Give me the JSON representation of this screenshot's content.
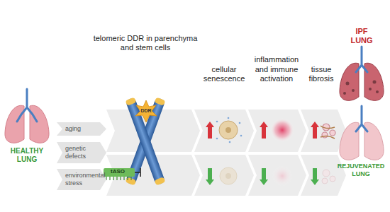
{
  "diagram": {
    "nodes": [
      {
        "text": [
          "aging"
        ]
      },
      {
        "text": [
          "genetic defects"
        ]
      },
      {
        "text": [
          "environmental stress"
        ]
      }
    ],
    "labels": [
      "HEALTHY LUNG",
      "telomeric DDR in parenchyma and stem cells",
      "DDR",
      "tASO",
      "cellular senescence",
      "inflammation and immune activation",
      "tissue fibrosis",
      "IPF LUNG",
      "REJUVENATED LUNG"
    ]
  }
}
